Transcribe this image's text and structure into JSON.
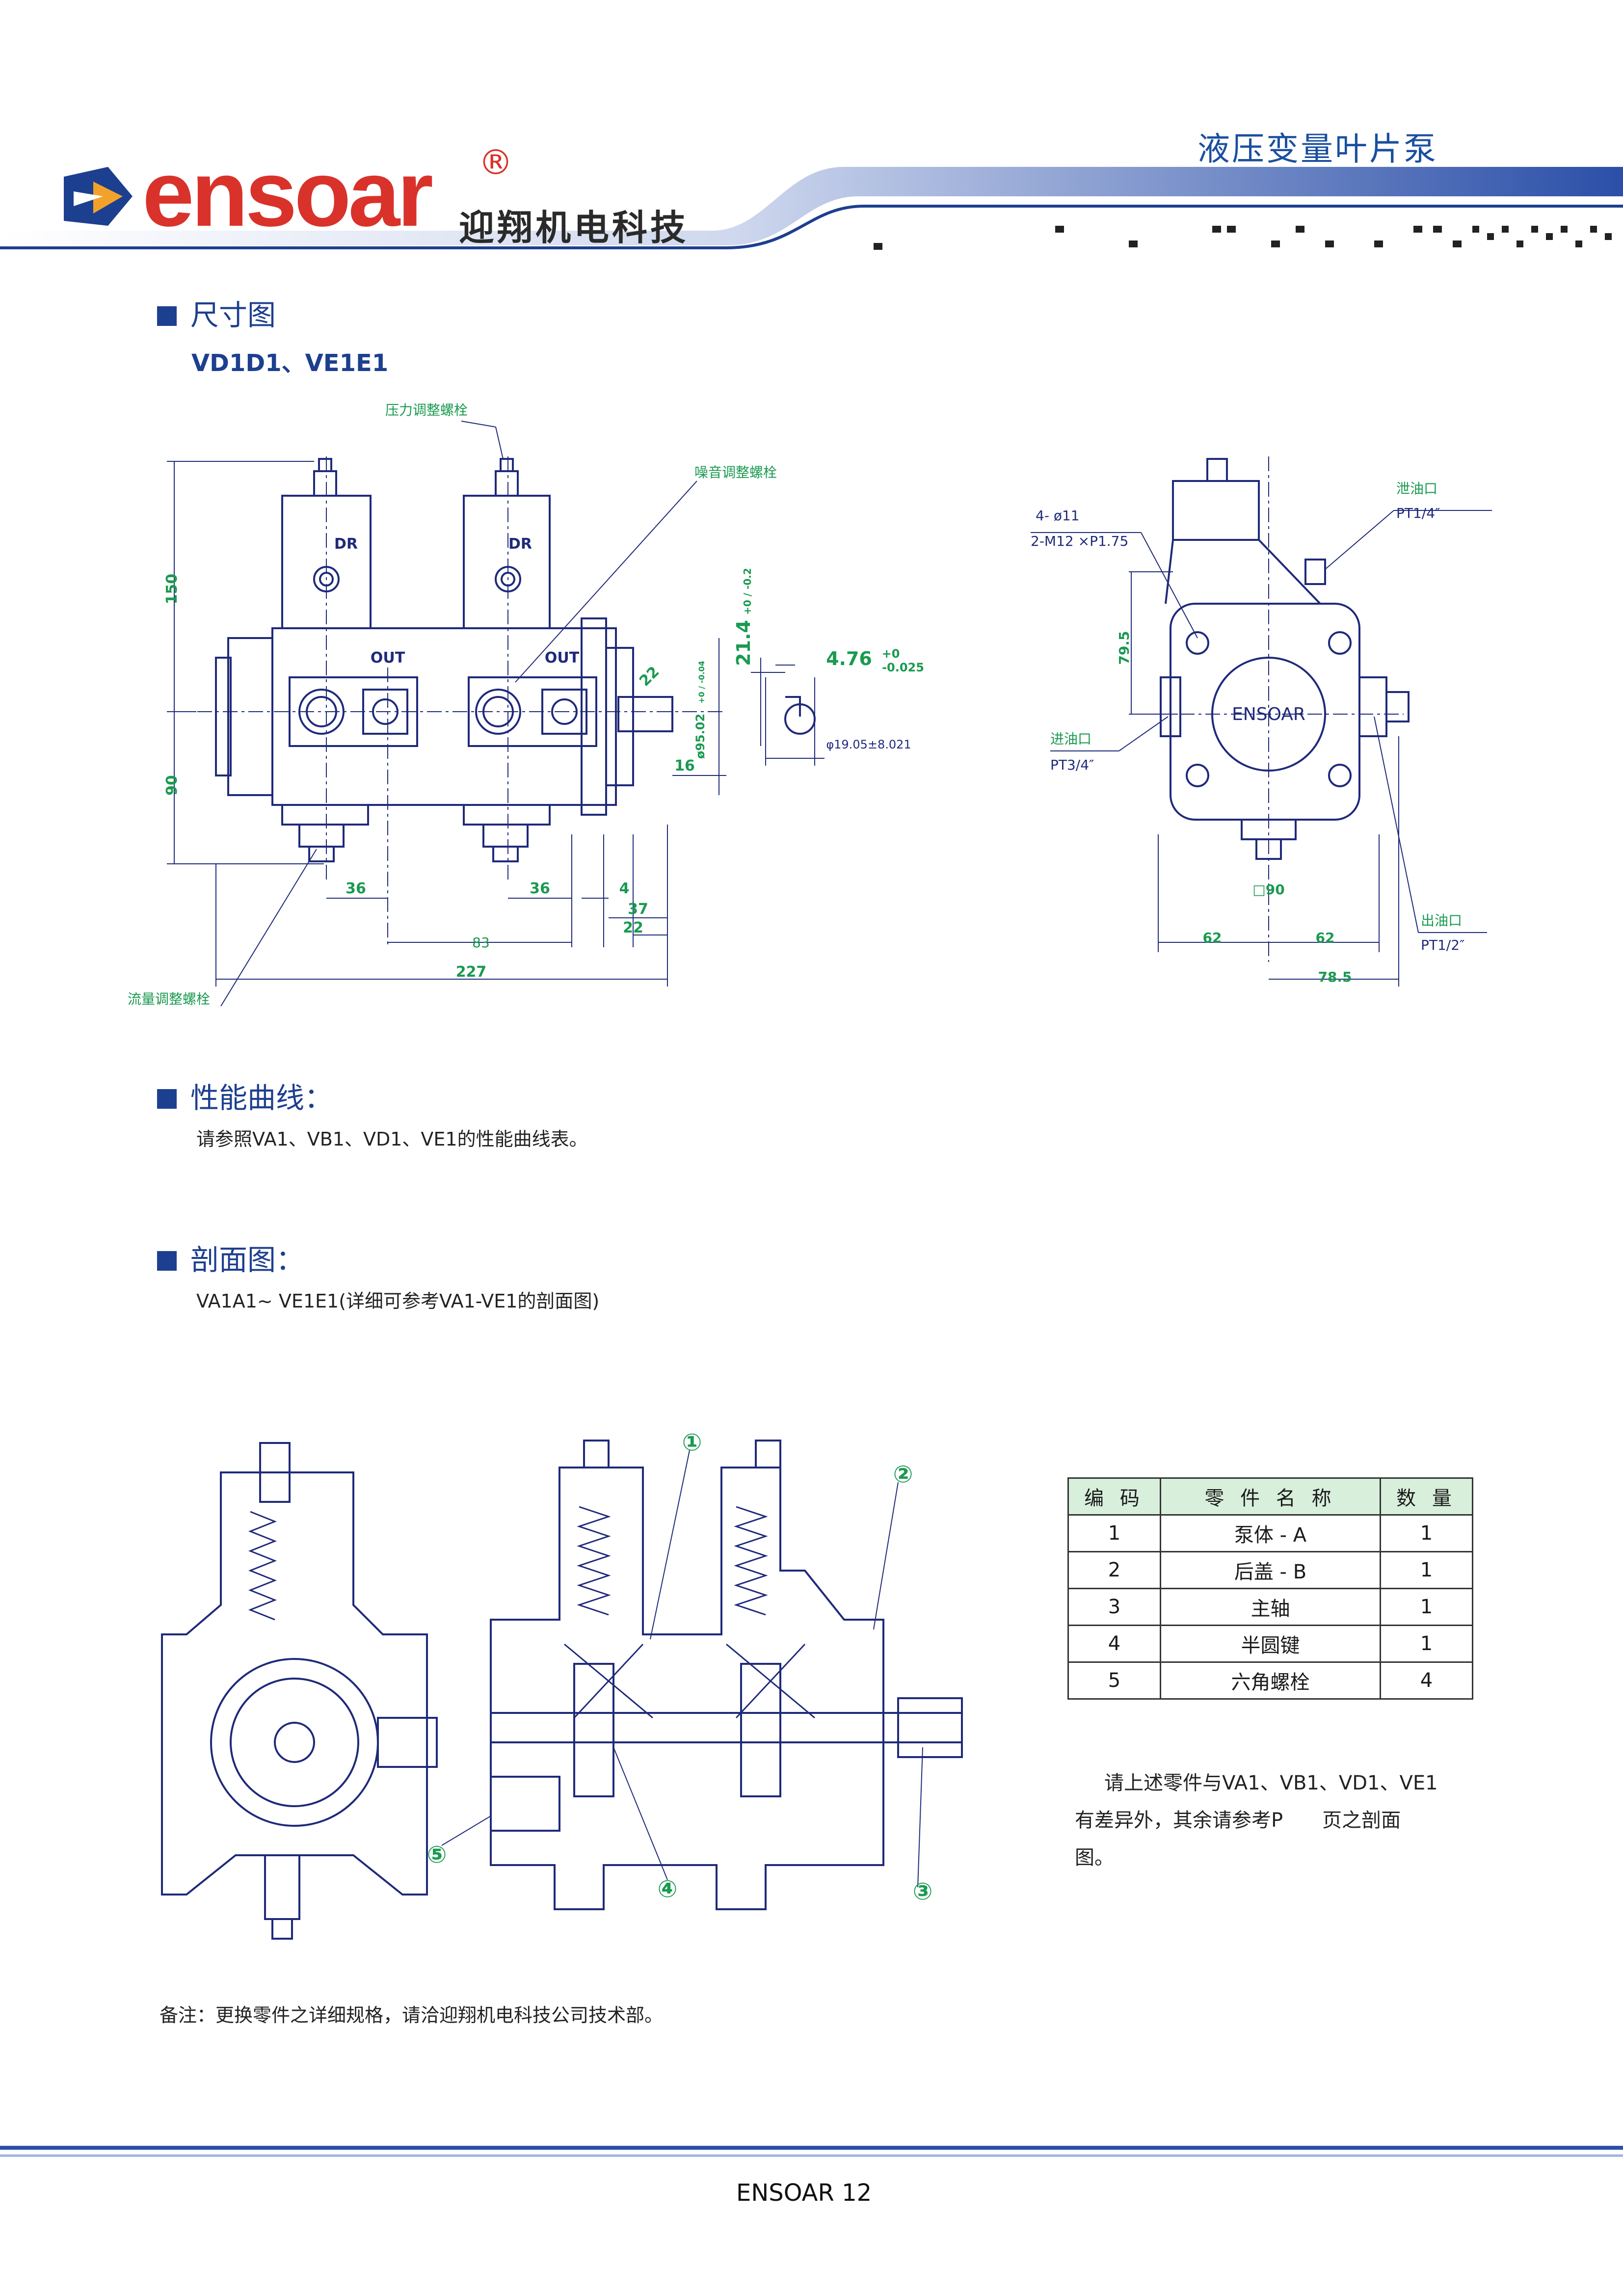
{
  "header": {
    "brand_word": "ensoar",
    "brand_reg": "®",
    "brand_cn": "迎翔机电科技",
    "title": "液压变量叶片泵"
  },
  "sections": {
    "dimension": {
      "title": "尺寸图",
      "model": "VD1D1、VE1E1"
    },
    "performance": {
      "title": "性能曲线：",
      "text": "请参照VA1、VB1、VD1、VE1的性能曲线表。"
    },
    "section_view": {
      "title": "剖面图：",
      "text": "VA1A1~ VE1E1(详细可参考VA1-VE1的剖面图)"
    }
  },
  "front_drawing": {
    "callouts": {
      "pressure_bolt": "压力调整螺栓",
      "noise_bolt": "噪音调整螺栓",
      "flow_bolt": "流量调整螺栓"
    },
    "labels": {
      "dr1": "DR",
      "dr2": "DR",
      "out1": "OUT",
      "out2": "OUT"
    },
    "dims": {
      "d150": "150",
      "d90": "90",
      "d36a": "36",
      "d36b": "36",
      "d4": "4",
      "d37": "37",
      "d22": "22",
      "d83": "83",
      "d227": "227",
      "d16": "16",
      "d22v": "22",
      "dia": "ø95.02",
      "dia_tol": "+0 / -0.04",
      "d21": "21.4",
      "d21_tol": "+0 / -0.2",
      "key": "4.76",
      "key_tol_plus": "+0",
      "key_tol_minus": "-0.025",
      "shaft": "φ19.05±8.021"
    }
  },
  "side_drawing": {
    "holes": "4- ø11",
    "thread": "2-M12 ×P1.75",
    "drain": "泄油口",
    "drain_size": "PT1/4″",
    "inlet": "进油口",
    "inlet_size": "PT3/4″",
    "outlet": "出油口",
    "outlet_size": "PT1/2″",
    "brand": "ENSOAR",
    "d79": "79.5",
    "d90": "□90",
    "d62a": "62",
    "d62b": "62",
    "d78": "78.5"
  },
  "section_drawing": {
    "markers": [
      "①",
      "②",
      "③",
      "④",
      "⑤"
    ]
  },
  "parts_table": {
    "headers": [
      "编 码",
      "零 件 名 称",
      "数 量"
    ],
    "rows": [
      [
        "1",
        "泵体 - A",
        "1"
      ],
      [
        "2",
        "后盖 - B",
        "1"
      ],
      [
        "3",
        "主轴",
        "1"
      ],
      [
        "4",
        "半圆键",
        "1"
      ],
      [
        "5",
        "六角螺栓",
        "4"
      ]
    ]
  },
  "note": "请上述零件与VA1、VB1、VD1、VE1有差异外，其余请参考P　　页之剖面图。",
  "remark": "备注：更换零件之详细规格，请洽迎翔机电科技公司技术部。",
  "footer": {
    "text": "ENSOAR  12"
  },
  "colors": {
    "brand_red": "#d9322a",
    "navy": "#1d3f8f",
    "dim_green": "#1a9a50",
    "line_blue": "#1f2a7a"
  }
}
